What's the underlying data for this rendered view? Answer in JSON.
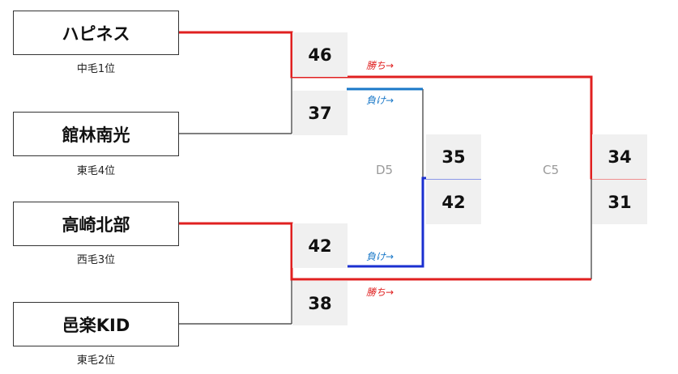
{
  "colors": {
    "win": "#e02020",
    "lose": "#1a78c8",
    "advance": "#1a2fd0",
    "neutral": "#333333",
    "scoreBg": "#f0f0f0"
  },
  "teams": [
    {
      "name": "ハピネス",
      "seed": "中毛1位"
    },
    {
      "name": "館林南光",
      "seed": "東毛4位"
    },
    {
      "name": "高崎北部",
      "seed": "西毛3位"
    },
    {
      "name": "邑楽KID",
      "seed": "東毛2位"
    }
  ],
  "scores": {
    "m1_top": "46",
    "m1_bottom": "37",
    "m2_top": "42",
    "m2_bottom": "38",
    "d5_top": "35",
    "d5_bottom": "42",
    "c5_top": "34",
    "c5_bottom": "31"
  },
  "labels": {
    "d5": "D5",
    "c5": "C5"
  },
  "notes": {
    "win1": "勝ち→",
    "lose1": "負け→",
    "lose2": "負け→",
    "win2": "勝ち→"
  }
}
